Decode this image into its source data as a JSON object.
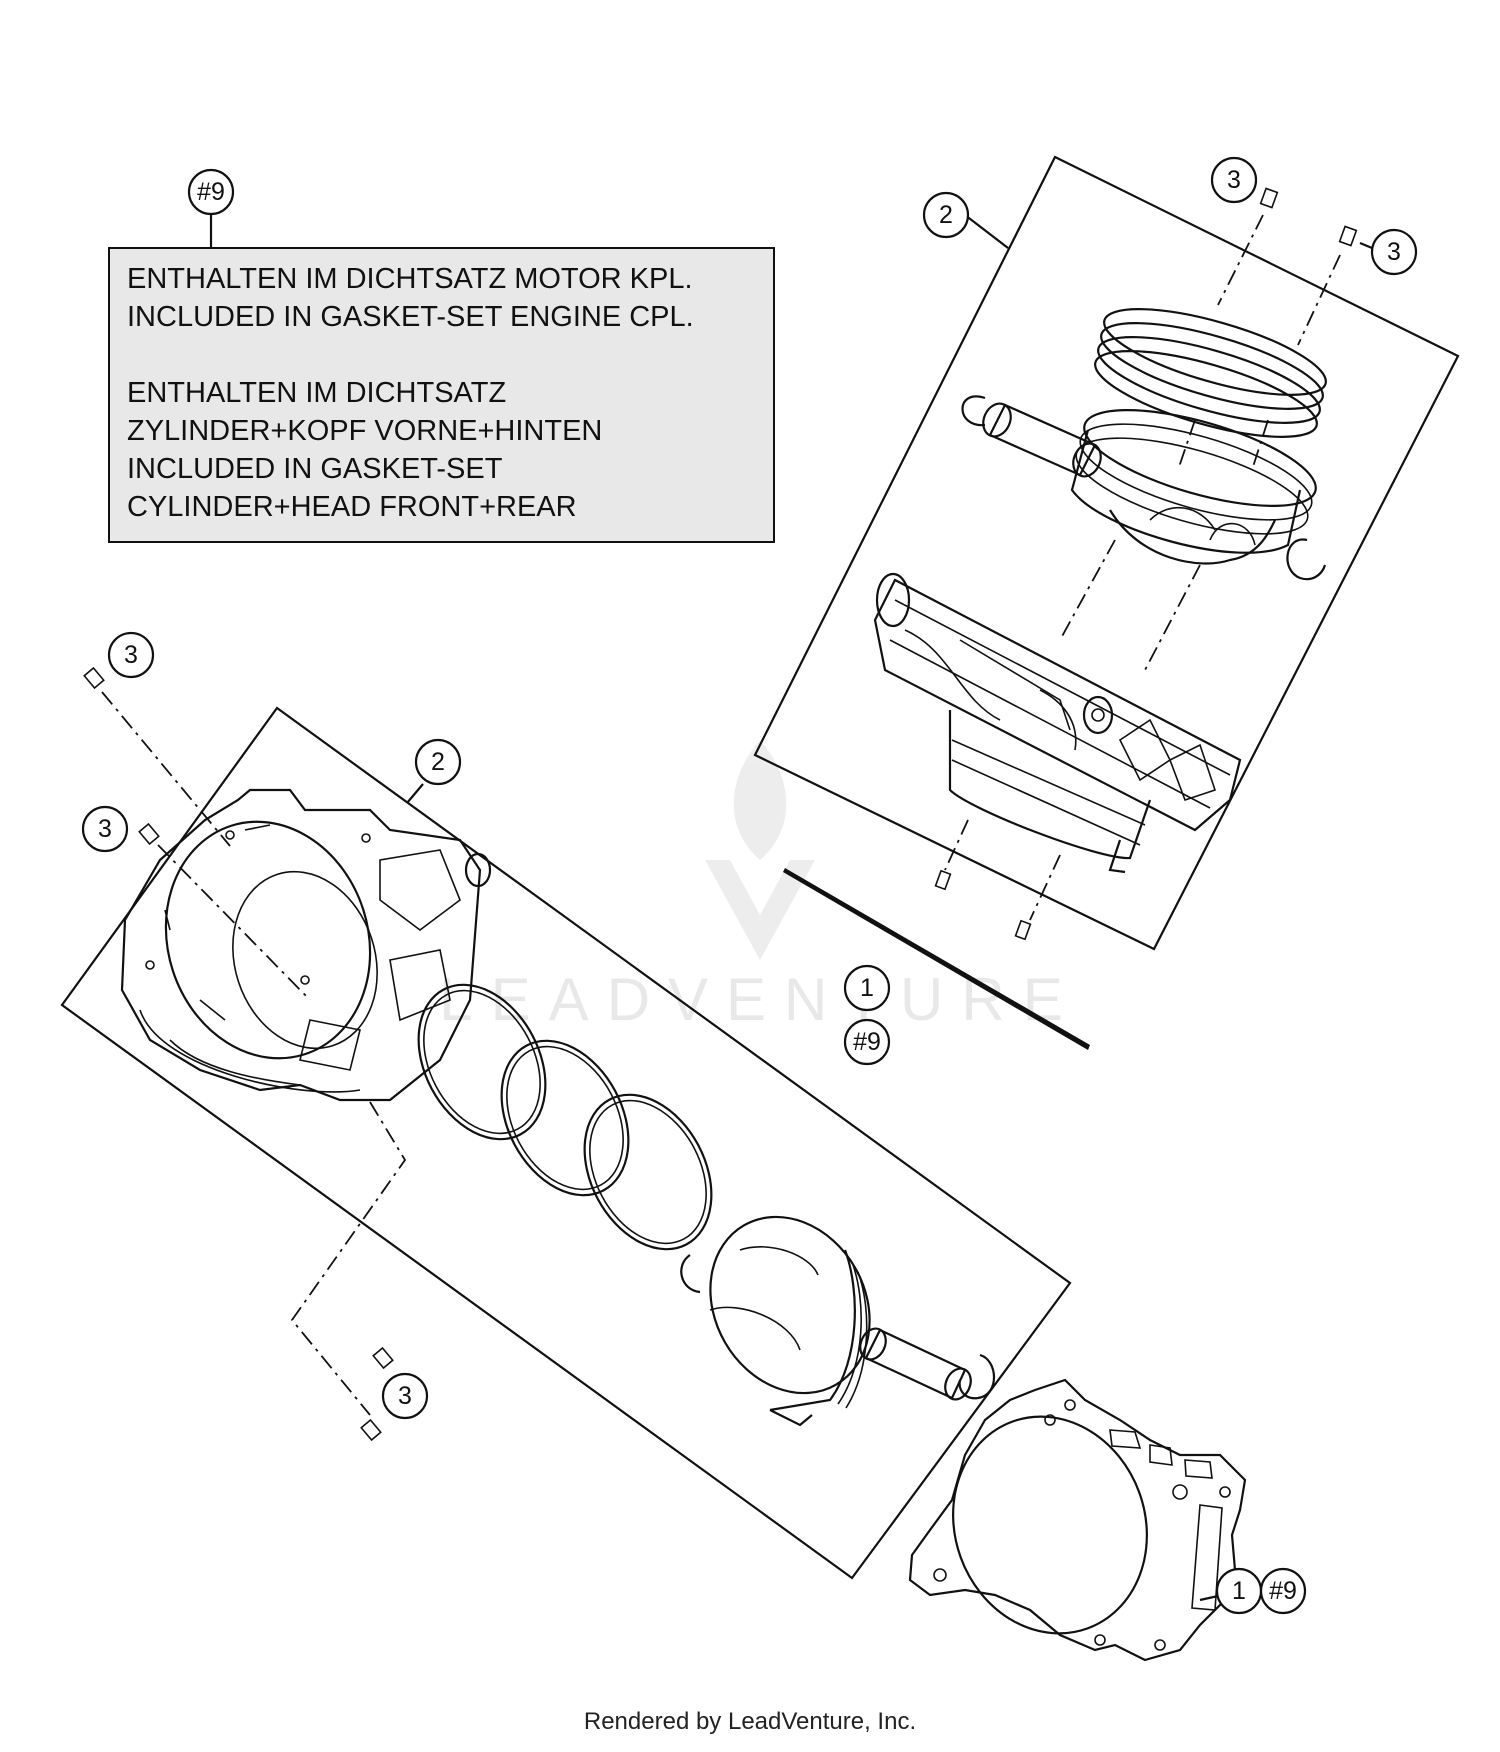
{
  "note": {
    "ref": "#9",
    "lines": [
      "ENTHALTEN IM DICHTSATZ MOTOR KPL.",
      "INCLUDED IN GASKET-SET ENGINE CPL.",
      "",
      "ENTHALTEN IM DICHTSATZ",
      "ZYLINDER+KOPF VORNE+HINTEN",
      "INCLUDED IN GASKET-SET",
      "CYLINDER+HEAD FRONT+REAR"
    ]
  },
  "callouts": {
    "c1": "1",
    "c2": "2",
    "c3": "3",
    "ref9": "#9"
  },
  "watermark": "LEADVENTURE",
  "footer": "Rendered by LeadVenture, Inc.",
  "colors": {
    "note_fill": "#e8e8e8",
    "line": "#111111",
    "watermark": "#e6e6e6"
  }
}
